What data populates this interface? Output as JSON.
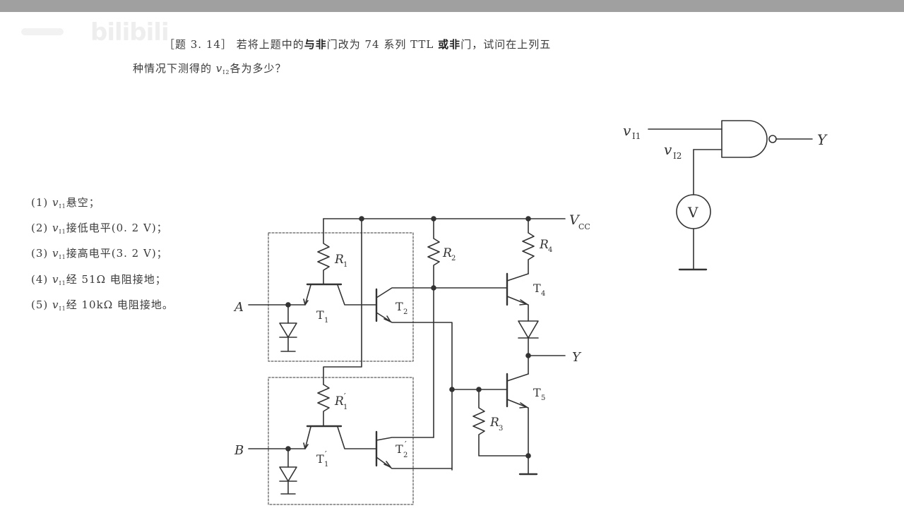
{
  "problem": {
    "tag": "［题 3. 14］",
    "line1_pre": "若将上题中的",
    "line1_bold1": "与非",
    "line1_mid": "门改为 74 系列 TTL ",
    "line1_bold2": "或非",
    "line1_post": "门，试问在上列五",
    "line2_pre": "种情况下测得的 ",
    "line2_var": "v",
    "line2_sub": "I2",
    "line2_post": "各为多少？"
  },
  "conditions": [
    {
      "num": "(1) ",
      "var": "v",
      "sub": "I1",
      "text": "悬空；"
    },
    {
      "num": "(2) ",
      "var": "v",
      "sub": "I1",
      "text": "接低电平(0. 2 V)；"
    },
    {
      "num": "(3) ",
      "var": "v",
      "sub": "I1",
      "text": "接高电平(3. 2 V)；"
    },
    {
      "num": "(4) ",
      "var": "v",
      "sub": "I1",
      "text": "经 51Ω 电阻接地；"
    },
    {
      "num": "(5) ",
      "var": "v",
      "sub": "I1",
      "text": "经 10kΩ 电阻接地。"
    }
  ],
  "gate_diagram": {
    "input1": "v",
    "input1_sub": "I1",
    "input2": "v",
    "input2_sub": "I2",
    "output": "Y",
    "meter": "V"
  },
  "circuit": {
    "vcc": "V",
    "vcc_sub": "CC",
    "input_a": "A",
    "input_b": "B",
    "output": "Y",
    "r1": "R",
    "r1_sub": "1",
    "r1p": "R",
    "r1p_sub": "1",
    "r1p_prime": "′",
    "r2": "R",
    "r2_sub": "2",
    "r3": "R",
    "r3_sub": "3",
    "r4": "R",
    "r4_sub": "4",
    "t1": "T",
    "t1_sub": "1",
    "t1p": "T",
    "t1p_sub": "1",
    "t1p_prime": "′",
    "t2": "T",
    "t2_sub": "2",
    "t2p": "T",
    "t2p_sub": "2",
    "t2p_prime": "′",
    "t4": "T",
    "t4_sub": "4",
    "t5": "T",
    "t5_sub": "5"
  },
  "watermark": "bilibili"
}
